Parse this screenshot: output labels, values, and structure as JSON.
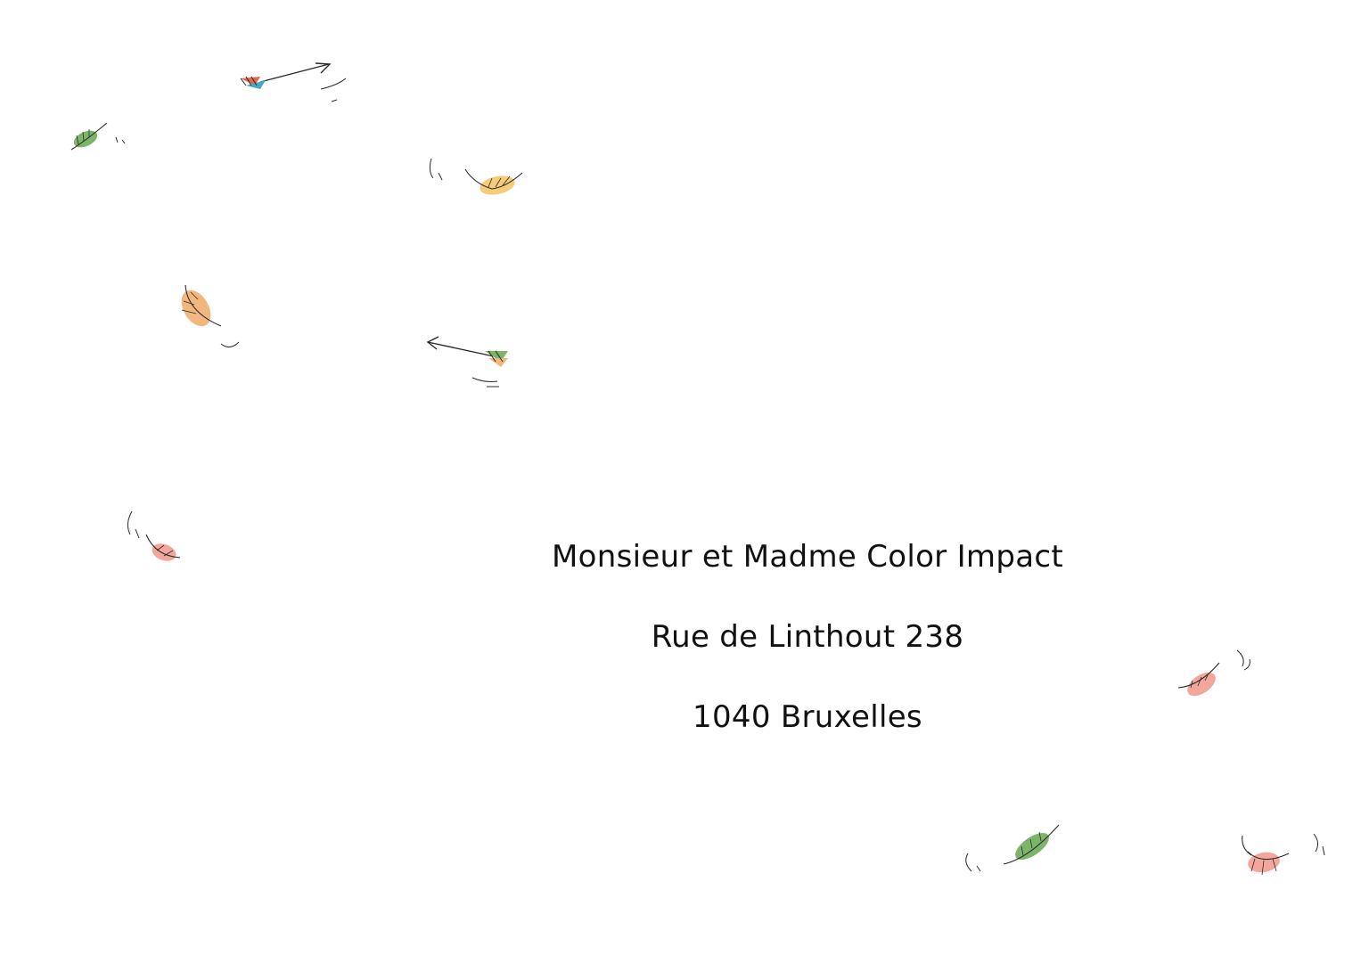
{
  "address": {
    "recipient": "Monsieur et Madme Color Impact",
    "street": "Rue de Linthout 238",
    "city": "1040 Bruxelles"
  },
  "colors": {
    "background": "#ffffff",
    "text": "#111111",
    "leaf_green": "#7cb56a",
    "leaf_orange": "#f2b77e",
    "leaf_yellow": "#f6cc7a",
    "leaf_pink": "#f3a79c",
    "arrow_red": "#e0684f",
    "arrow_blue": "#4aa6c9",
    "ink": "#2b2b2b"
  },
  "decorations": {
    "icons": [
      "leaf-icon",
      "arrow-icon"
    ]
  }
}
